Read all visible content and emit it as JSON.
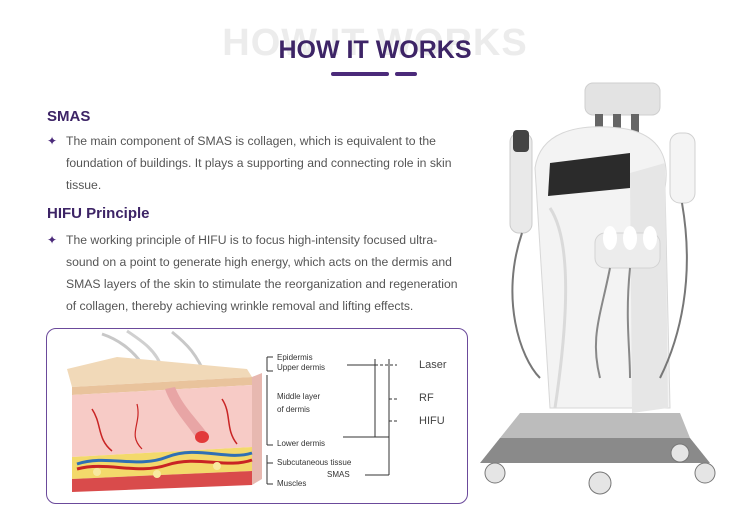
{
  "header": {
    "ghost_title": "HOW IT WORKS",
    "title": "HOW IT WORKS"
  },
  "smas": {
    "heading": "SMAS",
    "bullet": "✦",
    "text": "The main component of SMAS is collagen, which is equivalent to the foundation of buildings. It plays a supporting and connecting role in skin tissue."
  },
  "hifu": {
    "heading": "HIFU Principle",
    "bullet": "✦",
    "text": "The working principle of HIFU is to focus high-intensity focused ultra-sound on a point to generate high energy, which acts on the dermis and SMAS layers of the skin to stimulate the reorganization and regeneration of collagen, thereby achieving wrinkle removal and lifting effects."
  },
  "diagram": {
    "layers": {
      "epidermis": "Epidermis",
      "upper_dermis": "Upper dermis",
      "middle_layer_1": "Middle layer",
      "middle_layer_2": "of dermis",
      "lower_dermis": "Lower dermis",
      "subcutaneous": "Subcutaneous tissue",
      "smas": "SMAS",
      "muscles": "Muscles"
    },
    "methods": {
      "laser": "Laser",
      "rf": "RF",
      "hifu": "HIFU"
    }
  },
  "colors": {
    "accent": "#3d2466",
    "border": "#6b4a9b"
  }
}
